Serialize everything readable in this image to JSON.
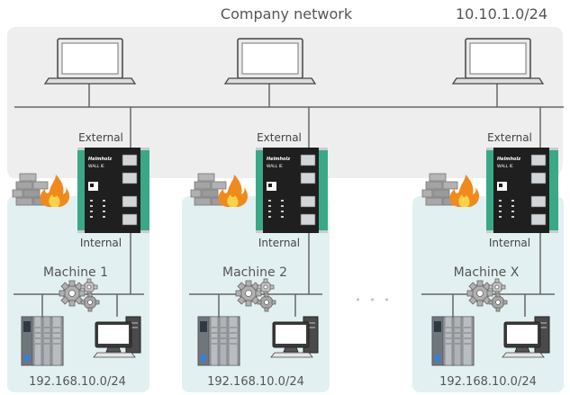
{
  "company_network": {
    "title": "Company network",
    "subnet": "10.10.1.0/24"
  },
  "gateways": [
    {
      "brand": "Helmholz",
      "model": "WALL IE",
      "external_label": "External",
      "internal_label": "Internal"
    },
    {
      "brand": "Helmholz",
      "model": "WALL IE",
      "external_label": "External",
      "internal_label": "Internal"
    },
    {
      "brand": "Helmholz",
      "model": "WALL IE",
      "external_label": "External",
      "internal_label": "Internal"
    }
  ],
  "machines": [
    {
      "name": "Machine 1",
      "subnet": "192.168.10.0/24"
    },
    {
      "name": "Machine 2",
      "subnet": "192.168.10.0/24"
    },
    {
      "name": "Machine X",
      "subnet": "192.168.10.0/24"
    }
  ],
  "ellipsis": "• • •",
  "colors": {
    "company_zone": "#eeeeee",
    "machine_zone": "#e2f0f1",
    "line": "#666666",
    "gateway_body": "#1e1e1e",
    "gateway_rail": "#3aa887",
    "text": "#555555",
    "flame": "#f08a1d",
    "brick": "#9a9a9a"
  },
  "icons": [
    "laptop-icon",
    "firewall-icon",
    "gears-icon",
    "plc-icon",
    "desktop-pc-icon"
  ]
}
